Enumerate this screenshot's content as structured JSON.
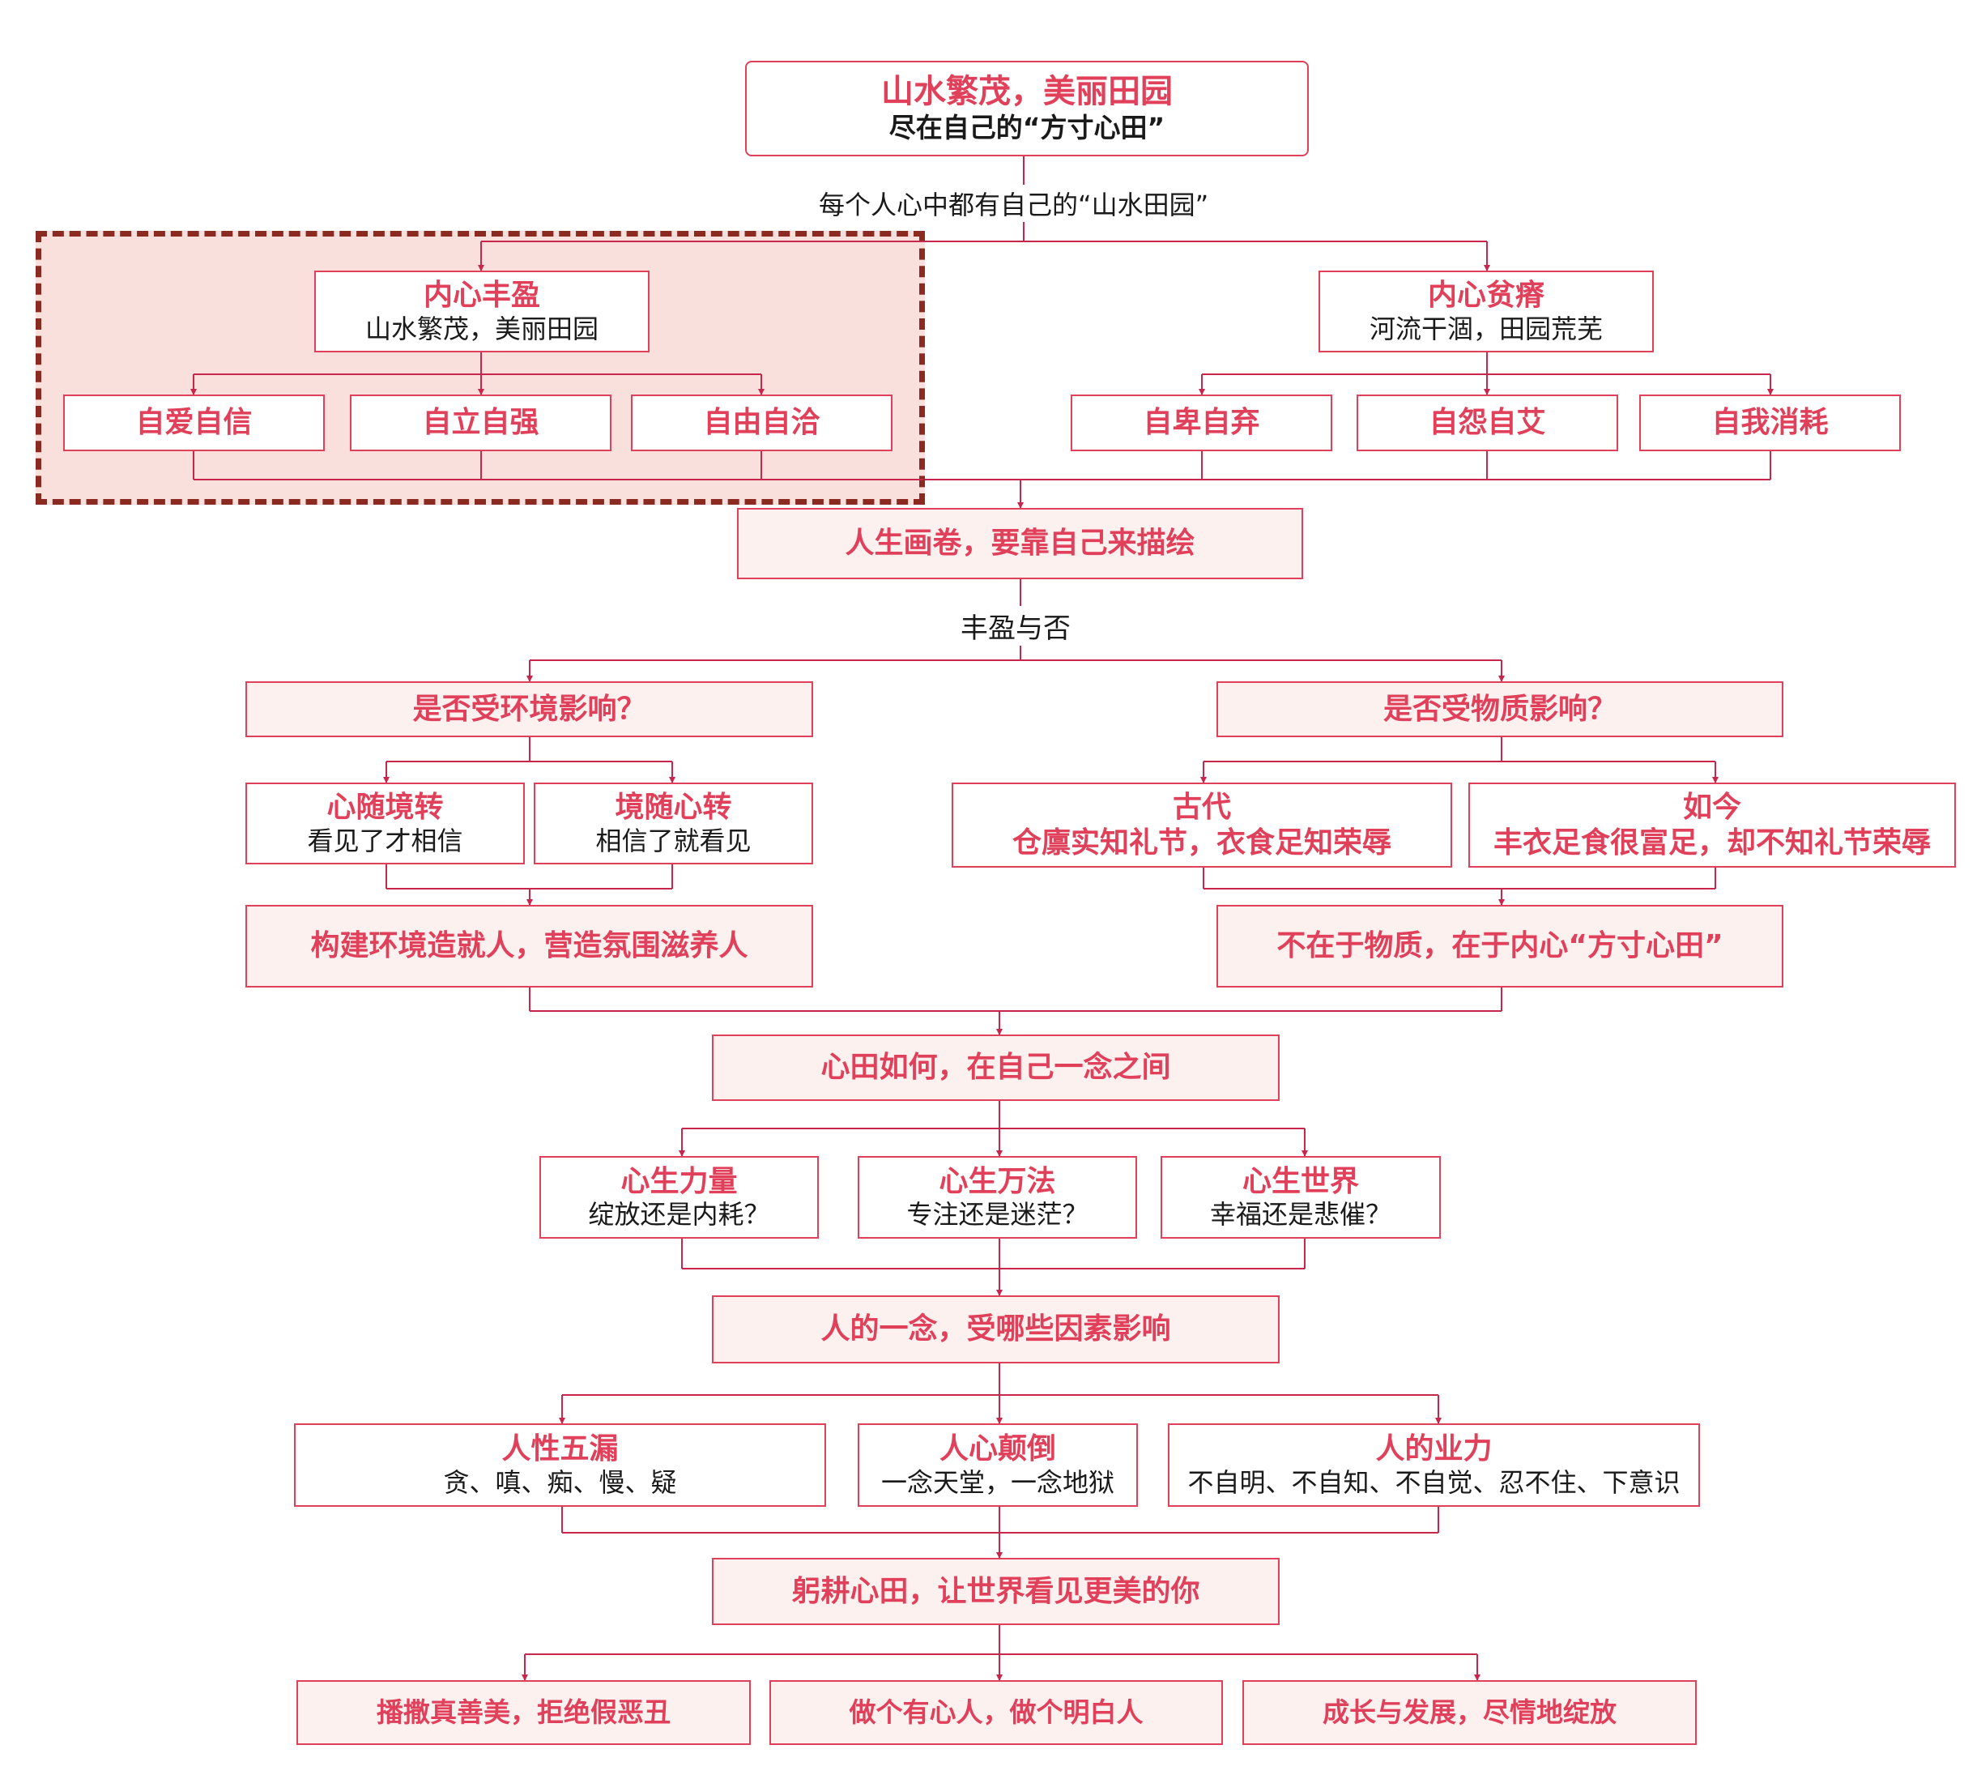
{
  "accent_color": "#e0405a",
  "frame_color": "#8b2a20",
  "root": {
    "title": "山水繁茂，美丽田园",
    "subtitle": "尽在自己的“方寸心田”"
  },
  "root_caption": "每个人心中都有自己的“山水田园”",
  "rich": {
    "title": "内心丰盈",
    "subtitle": "山水繁茂，美丽田园",
    "items": [
      "自爱自信",
      "自立自强",
      "自由自洽"
    ]
  },
  "poor": {
    "title": "内心贫瘠",
    "subtitle": "河流干涸，田园荒芜",
    "items": [
      "自卑自弃",
      "自怨自艾",
      "自我消耗"
    ]
  },
  "life": {
    "title": "人生画卷，要靠自己来描绘"
  },
  "life_caption": "丰盈与否",
  "env": {
    "question": "是否受环境影响？",
    "left": {
      "title": "心随境转",
      "subtitle": "看见了才相信"
    },
    "right": {
      "title": "境随心转",
      "subtitle": "相信了就看见"
    },
    "result": "构建环境造就人，营造氛围滋养人"
  },
  "material": {
    "question": "是否受物质影响？",
    "left": {
      "title": "古代",
      "subtitle": "仓廪实知礼节，衣食足知荣辱"
    },
    "right": {
      "title": "如今",
      "subtitle": "丰衣足食很富足，却不知礼节荣辱"
    },
    "result": "不在于物质，在于内心“方寸心田”"
  },
  "heart": {
    "title": "心田如何，在自己一念之间"
  },
  "heart_items": [
    {
      "title": "心生力量",
      "subtitle": "绽放还是内耗？"
    },
    {
      "title": "心生万法",
      "subtitle": "专注还是迷茫？"
    },
    {
      "title": "心生世界",
      "subtitle": "幸福还是悲催？"
    }
  ],
  "factor": {
    "title": "人的一念，受哪些因素影响"
  },
  "factor_items": [
    {
      "title": "人性五漏",
      "subtitle": "贪、嗔、痴、慢、疑"
    },
    {
      "title": "人心颠倒",
      "subtitle": "一念天堂，一念地狱"
    },
    {
      "title": "人的业力",
      "subtitle": "不自明、不自知、不自觉、忍不住、下意识"
    }
  ],
  "cultivate": {
    "title": "躬耕心田，让世界看见更美的你"
  },
  "final_items": [
    "播撒真善美，拒绝假恶丑",
    "做个有心人，做个明白人",
    "成长与发展，尽情地绽放"
  ]
}
